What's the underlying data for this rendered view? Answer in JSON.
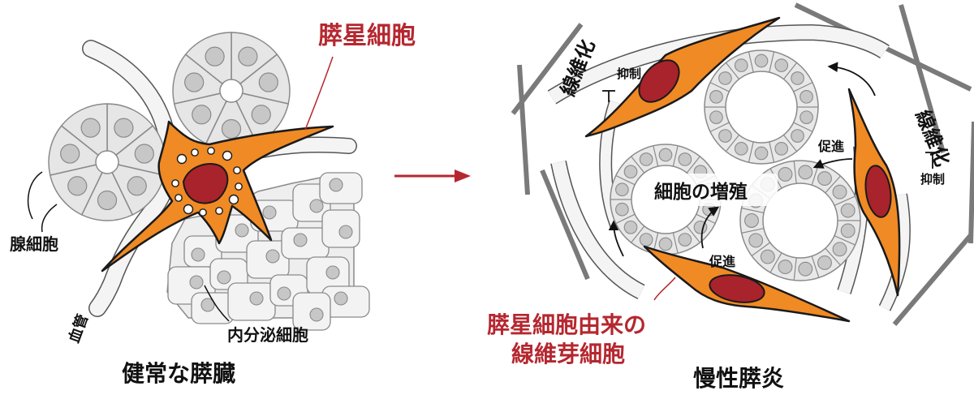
{
  "colors": {
    "stellate_fill": "#f08a24",
    "stellate_stroke": "#1a1a1a",
    "nucleus": "#a8232b",
    "cell_fill": "#e6e6e6",
    "cell_nucleus": "#c7c7c7",
    "vessel_fill": "#f4f4f4",
    "fibrosis_line": "#7a7a7a",
    "accent_red": "#b5272f",
    "text": "#111111"
  },
  "left_panel": {
    "title": "健常な膵臓",
    "stellate_label": "膵星細胞",
    "acinar_label": "腺細胞",
    "endocrine_label": "内分泌細胞",
    "vessel_label": "血管"
  },
  "right_panel": {
    "title": "慢性膵炎",
    "fibrosis_left": "線維化",
    "fibrosis_right": "線維化",
    "inhibit_left": "抑制",
    "inhibit_right": "抑制",
    "promote_top": "促進",
    "promote_bottom": "促進",
    "proliferation": "細胞の増殖",
    "fibroblast_label_line1": "膵星細胞由来の",
    "fibroblast_label_line2": "線維芽細胞"
  },
  "icons": {
    "transition_arrow": "right-arrow-icon",
    "inhibit_mark": "inhibition-t-bar-icon",
    "promote_arrow": "curved-arrow-icon"
  }
}
